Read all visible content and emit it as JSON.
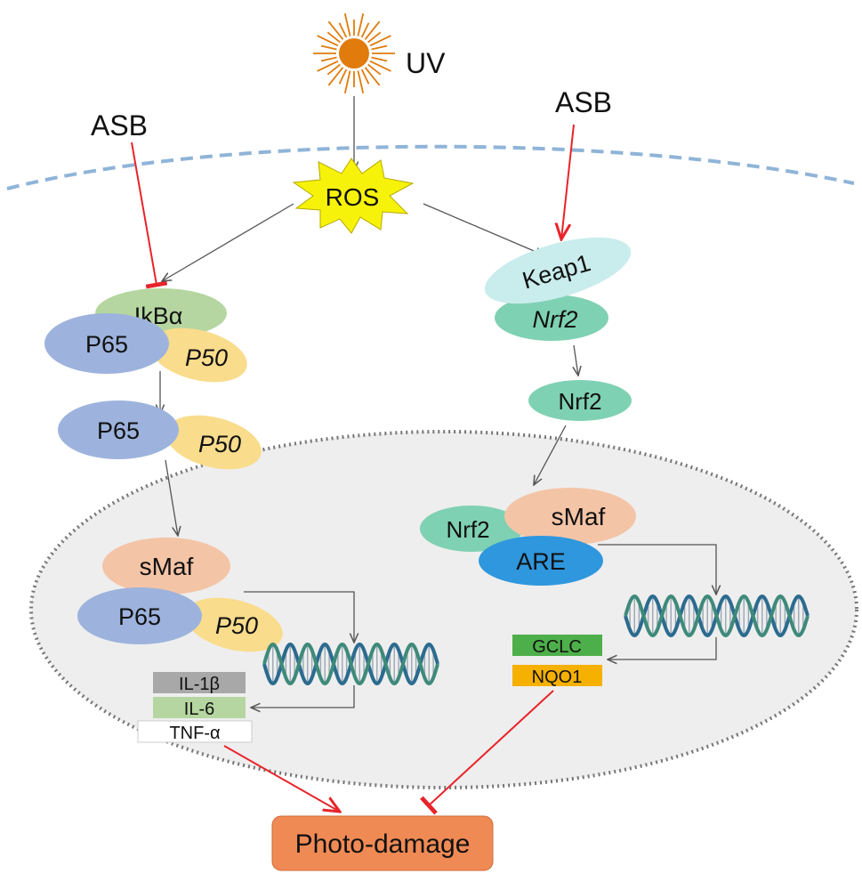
{
  "stimulus": {
    "label": "UV"
  },
  "ros": {
    "label": "ROS"
  },
  "asb_left": {
    "label": "ASB"
  },
  "asb_right": {
    "label": "ASB"
  },
  "nfkb_pathway": {
    "ikba": "IkBα",
    "p65": "P65",
    "p50": "P50",
    "smaf": "sMaf",
    "products": [
      "IL-1β",
      "IL-6",
      "TNF-α"
    ]
  },
  "nrf2_pathway": {
    "keap1": "Keap1",
    "nrf2": "Nrf2",
    "smaf": "sMaf",
    "are": "ARE",
    "products": [
      "GCLC",
      "NQO1"
    ]
  },
  "outcome": {
    "label": "Photo-damage"
  },
  "colors": {
    "membrane": "#8fb4d8",
    "inhibit_arrow": "#e8232a",
    "arrow": "#555555",
    "ros_fill": "#f7f20a",
    "sun": "#e07b0c",
    "p65": "#9db3dd",
    "p50": "#f9dc8c",
    "ikba": "#b5d6a0",
    "smaf": "#f4c4a6",
    "nrf2": "#7fd1b3",
    "keap1": "#c9ecec",
    "are": "#2f97dd",
    "gclc": "#4daf4a",
    "nqo1": "#f5b000",
    "il1b": "#a8a8a8",
    "il6": "#b5d6a0",
    "photo_damage": "#f08a55",
    "nucleus_fill": "#eeeeee"
  }
}
